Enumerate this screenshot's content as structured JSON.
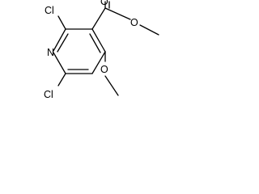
{
  "molecule": {
    "atoms": {
      "cl_top": "Cl",
      "cl_bottom": "Cl",
      "nitrogen": "N",
      "carbonyl_oxygen": "O",
      "ester_oxygen": "O",
      "methoxy_oxygen": "O"
    },
    "colors": {
      "bond": "#000000",
      "label": "#000000",
      "background": "#ffffff"
    }
  }
}
